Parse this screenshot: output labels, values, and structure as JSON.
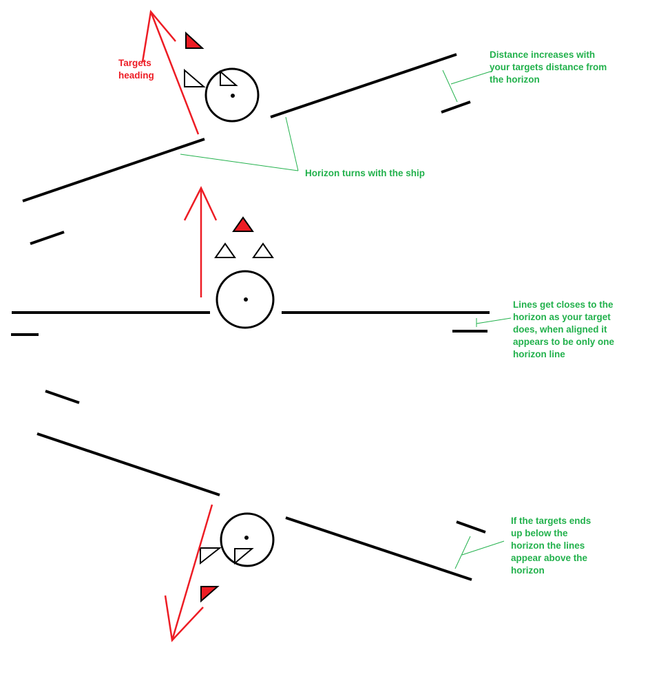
{
  "colors": {
    "ink": "#000000",
    "heading": "#ed1c24",
    "annotation": "#22b14c",
    "target_fill": "#ed1c24",
    "background": "#ffffff"
  },
  "annotations": {
    "targets_heading": "Targets\nheading",
    "distance": "Distance increases with\nyour targets distance from\nthe horizon",
    "horizon_turns": "Horizon turns with the ship",
    "lines_closer": "Lines get closes to the\nhorizon as your target\ndoes, when aligned it\nappears to be only one\nhorizon line",
    "below_horizon": "If the targets ends\nup below the\nhorizon the lines\nappear above the\nhorizon"
  },
  "panels": [
    {
      "name": "banked-right-view",
      "state": "ship rolled, target above horizon"
    },
    {
      "name": "level-view",
      "state": "ship level, target above horizon"
    },
    {
      "name": "banked-left-view",
      "state": "ship rolled, target below horizon"
    }
  ]
}
